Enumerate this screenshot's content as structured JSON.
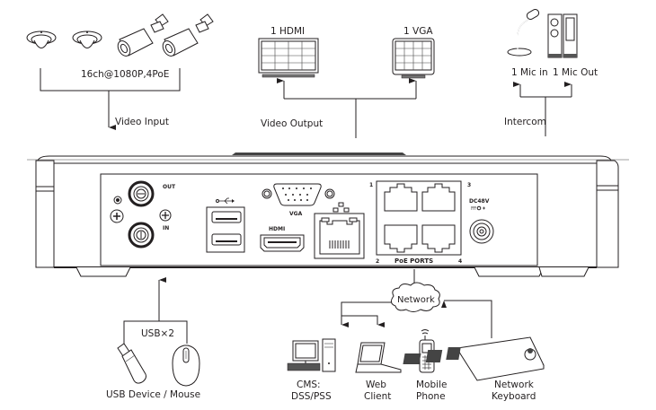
{
  "video_input": {
    "spec": "16ch@1080P,4PoE",
    "label": "Video Input",
    "devices": [
      "dome-camera",
      "dome-camera",
      "bullet-camera",
      "bullet-camera"
    ]
  },
  "video_output": {
    "label": "Video Output",
    "hdmi": "1 HDMI",
    "vga": "1 VGA"
  },
  "intercom": {
    "label": "Intercom",
    "mic_in": "1 Mic in",
    "mic_out": "1 Mic Out"
  },
  "rear_panel": {
    "audio_out": "OUT",
    "audio_in": "IN",
    "vga": "VGA",
    "hdmi": "HDMI",
    "poe_ports": "PoE PORTS",
    "port_numbers": [
      "1",
      "2",
      "3",
      "4"
    ],
    "power": "DC48V"
  },
  "usb": {
    "label": "USB×2",
    "devices_label": "USB Device / Mouse"
  },
  "network": {
    "label": "Network",
    "clients": [
      {
        "line1": "CMS:",
        "line2": "DSS/PSS"
      },
      {
        "line1": "Web",
        "line2": "Client"
      },
      {
        "line1": "Mobile",
        "line2": "Phone"
      },
      {
        "line1": "Network",
        "line2": "Keyboard"
      }
    ]
  }
}
